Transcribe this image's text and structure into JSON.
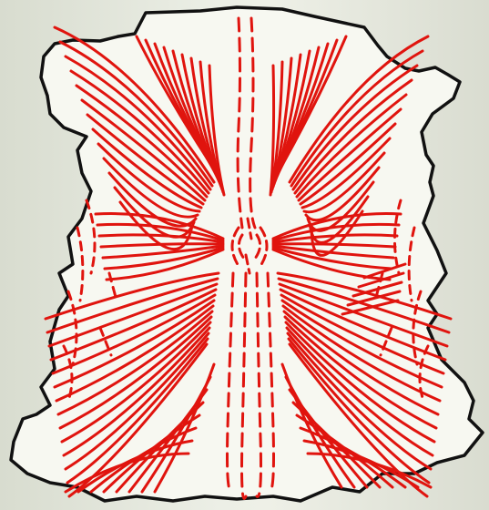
{
  "figure": {
    "subject": "hide-fiber-direction-map",
    "colors": {
      "hide_fill": "#f7f8f1",
      "outline": "#111111",
      "fiber_lines": "#e0140e",
      "background_edge": "#d8dccf",
      "background_center": "#eef0e7"
    },
    "regions": [
      "outline",
      "backbone-dashes",
      "center-swirl",
      "left-upper-fan",
      "right-upper-fan",
      "left-lower-fan",
      "right-lower-fan",
      "left-belly-dashes",
      "right-belly-dashes"
    ]
  }
}
